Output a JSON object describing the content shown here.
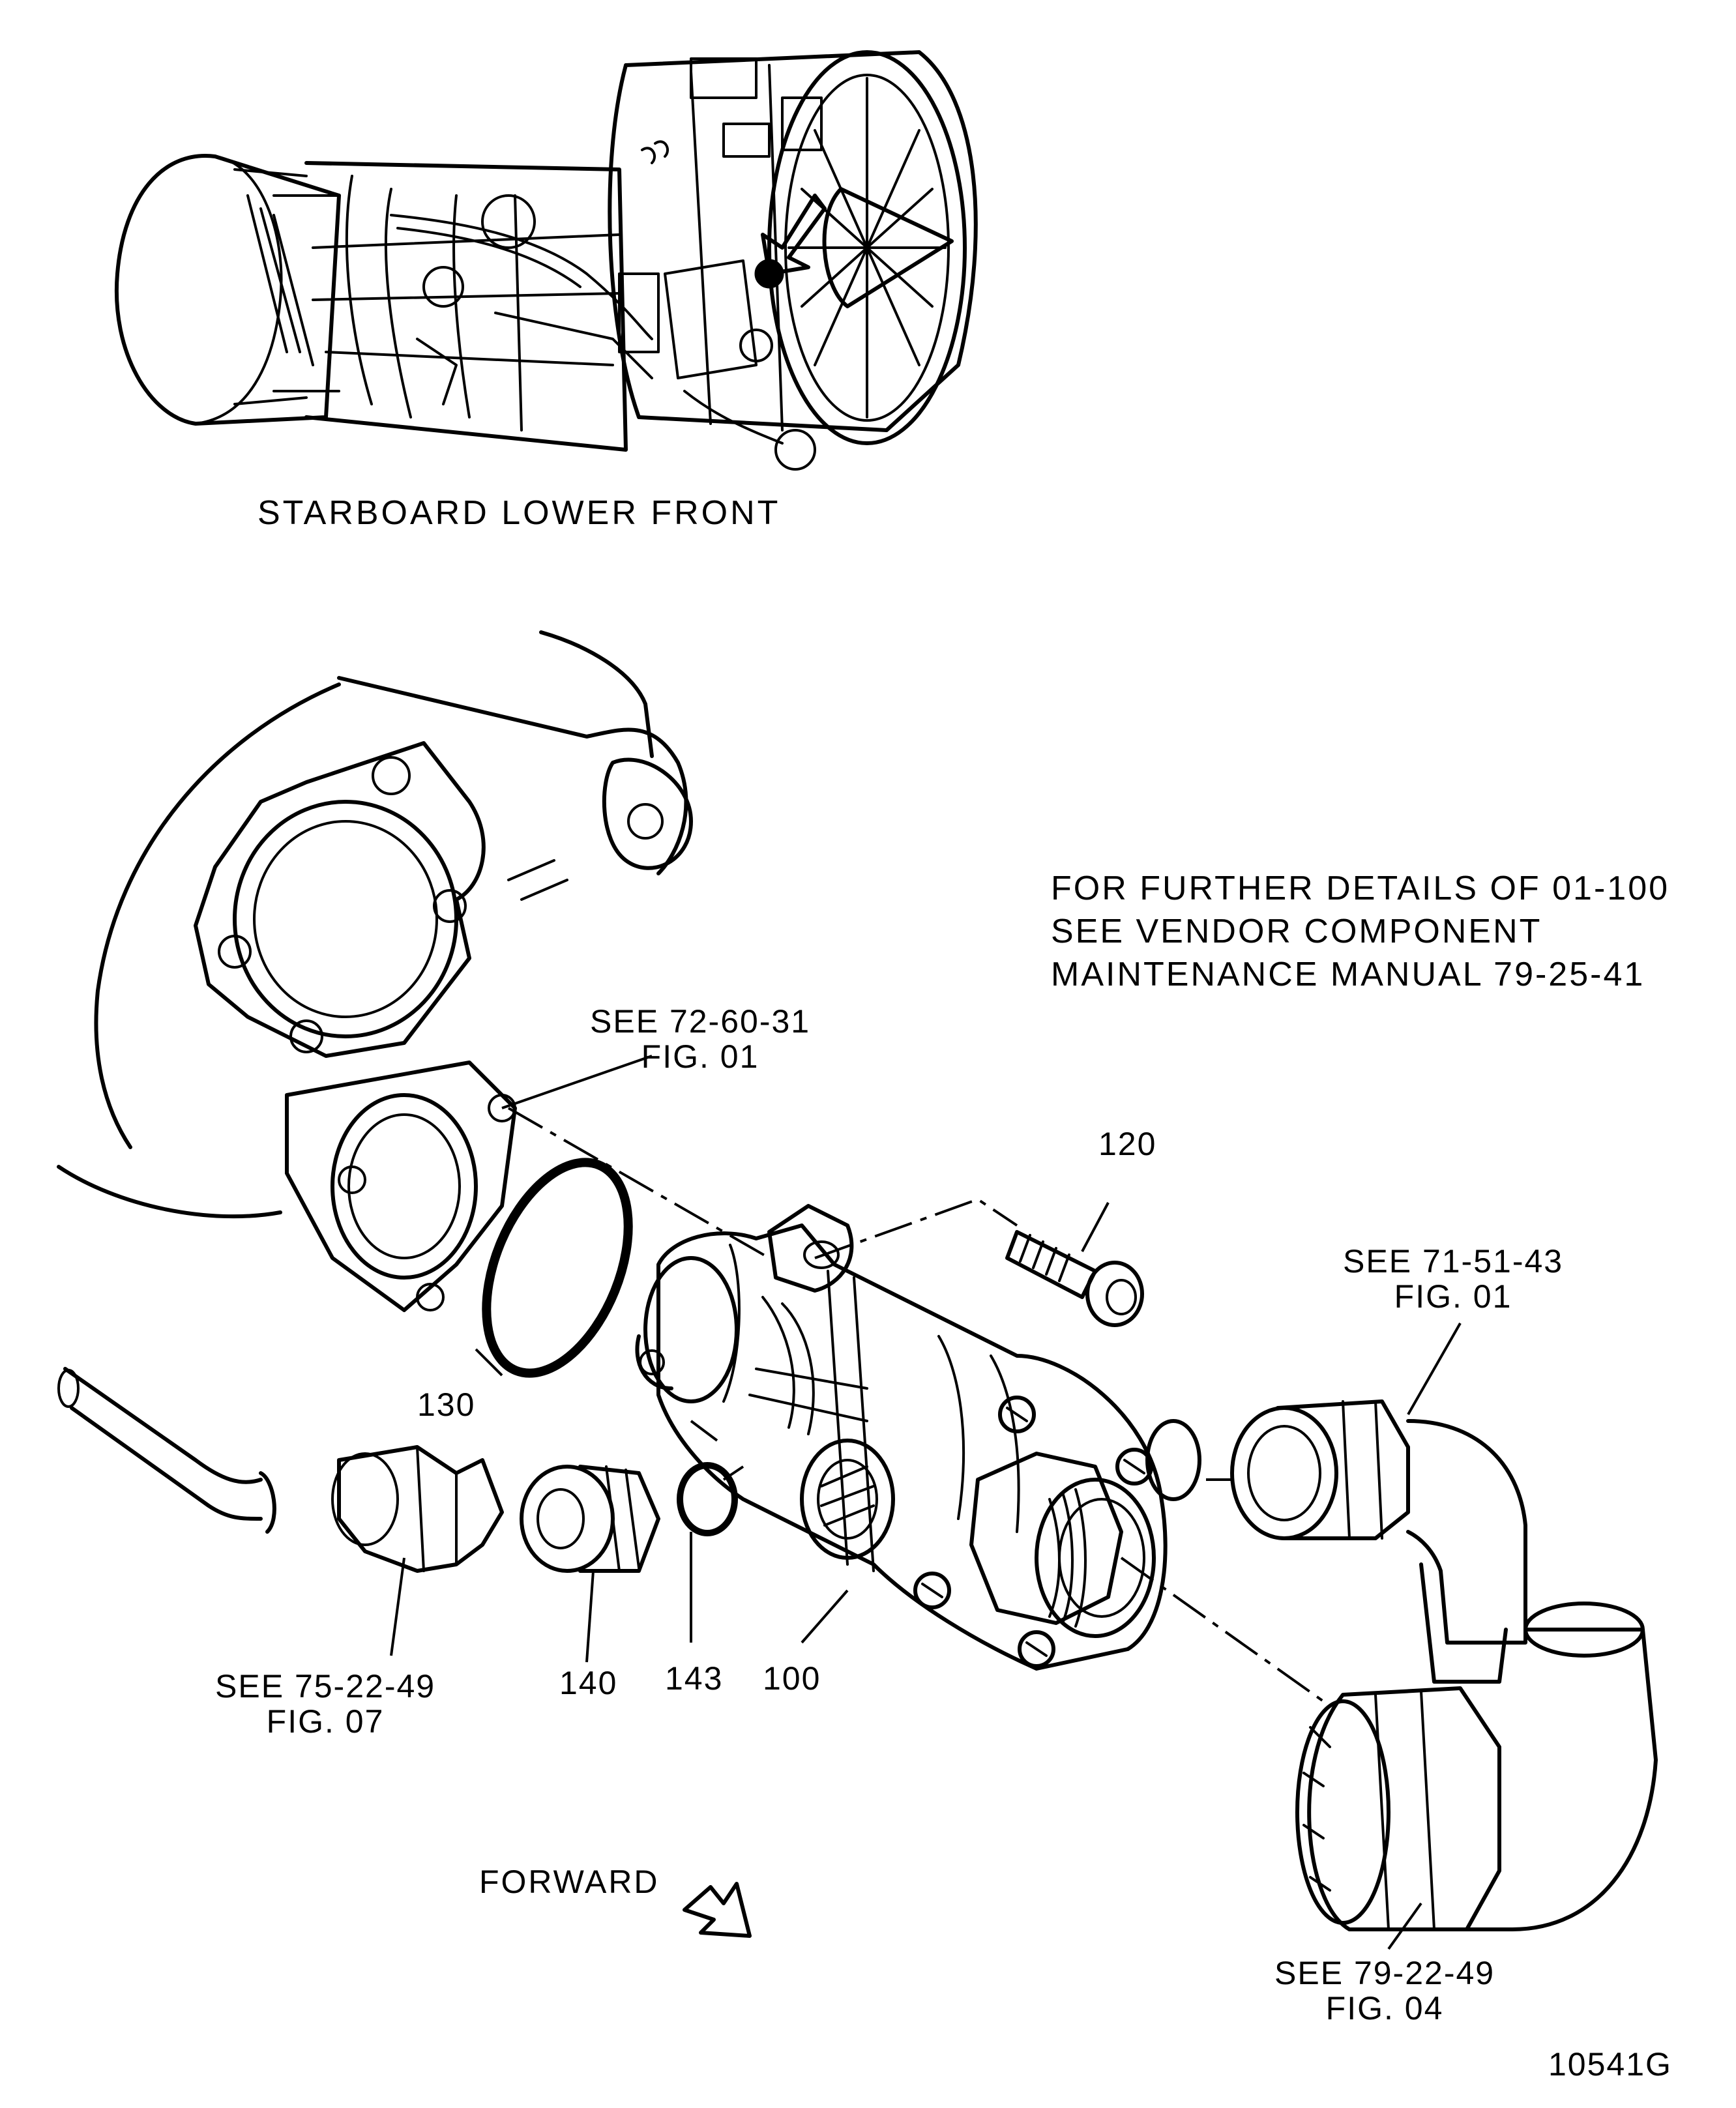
{
  "views": {
    "upper_view_caption": "STARBOARD LOWER FRONT"
  },
  "note": {
    "lines": [
      "FOR FURTHER DETAILS OF 01-100",
      "SEE VENDOR COMPONENT",
      "MAINTENANCE MANUAL 79-25-41"
    ]
  },
  "callouts": {
    "ref_72_60_31": {
      "see": "SEE  72-60-31",
      "fig": "FIG. 01"
    },
    "ref_71_51_43": {
      "see": "SEE  71-51-43",
      "fig": "FIG. 01"
    },
    "ref_75_22_49": {
      "see": "SEE  75-22-49",
      "fig": "FIG. 07"
    },
    "ref_79_22_49": {
      "see": "SEE  79-22-49",
      "fig": "FIG. 04"
    },
    "item_120": "120",
    "item_130": "130",
    "item_140": "140",
    "item_143": "143",
    "item_100": "100"
  },
  "direction": {
    "forward_label": "FORWARD"
  },
  "figure_id": "10541G"
}
